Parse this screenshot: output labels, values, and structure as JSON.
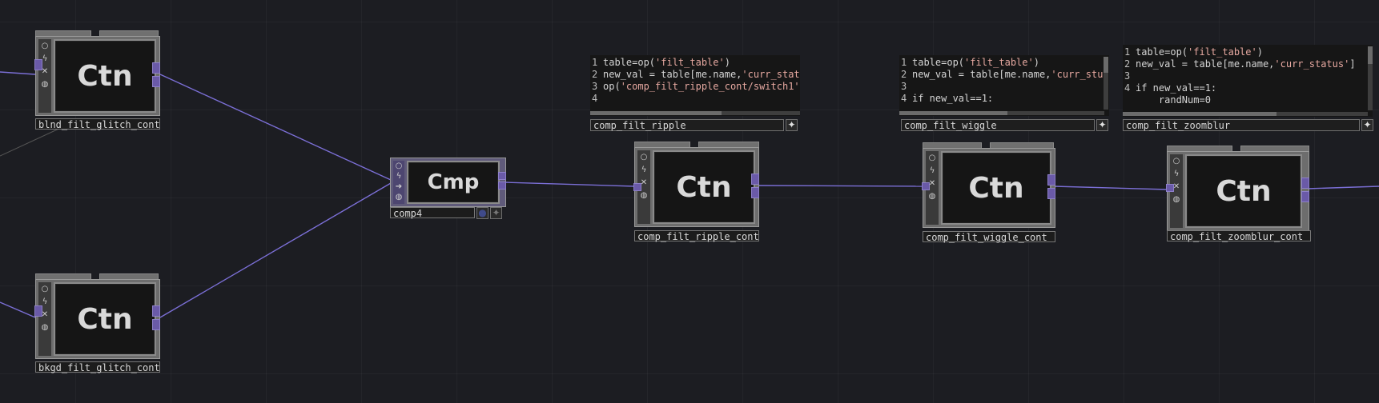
{
  "nodes": {
    "blnd": {
      "label": "Ctn",
      "name": "blnd_filt_glitch_cont"
    },
    "bkgd": {
      "label": "Ctn",
      "name": "bkgd_filt_glitch_cont"
    },
    "comp4": {
      "label": "Cmp",
      "name": "comp4"
    },
    "ripple": {
      "label": "Ctn",
      "name": "comp_filt_ripple_cont"
    },
    "wiggle": {
      "label": "Ctn",
      "name": "comp_filt_wiggle_cont"
    },
    "zoomblur": {
      "label": "Ctn",
      "name": "comp_filt_zoomblur_cont"
    }
  },
  "dats": {
    "ripple": {
      "name": "comp_filt_ripple",
      "line_numbers": [
        "1",
        "2",
        "3",
        "4"
      ],
      "lines": [
        [
          "table=op(",
          "'filt_table'",
          ")"
        ],
        [
          "new_val = table[me.name,",
          "'curr_stat",
          ""
        ],
        [
          "op(",
          "'comp_filt_ripple_cont/switch1'",
          ""
        ],
        [
          "",
          "",
          ""
        ]
      ]
    },
    "wiggle": {
      "name": "comp_filt_wiggle",
      "line_numbers": [
        "1",
        "2",
        "3",
        "4"
      ],
      "lines": [
        [
          "table=op(",
          "'filt_table'",
          ")"
        ],
        [
          "new_val = table[me.name,",
          "'curr_stu",
          ""
        ],
        [
          "",
          "",
          ""
        ],
        [
          "if new_val==1:",
          "",
          ""
        ]
      ]
    },
    "zoomblur": {
      "name": "comp_filt_zoomblur",
      "line_numbers": [
        "1",
        "2",
        "3",
        "4",
        ""
      ],
      "lines": [
        [
          "table=op(",
          "'filt_table'",
          ")"
        ],
        [
          "new_val = table[me.name,",
          "'curr_status'",
          "]"
        ],
        [
          "",
          "",
          ""
        ],
        [
          "if new_val==1:",
          "",
          ""
        ],
        [
          "    randNum=0",
          "",
          ""
        ]
      ]
    }
  },
  "icons": {
    "viewer": "circle-icon",
    "bypass": "lightning-icon",
    "delete": "x-icon",
    "lock": "lock-icon",
    "plus": "+"
  },
  "colors": {
    "background": "#1c1d22",
    "wire": "#7b6fd6",
    "port": "#6a5aa8"
  }
}
